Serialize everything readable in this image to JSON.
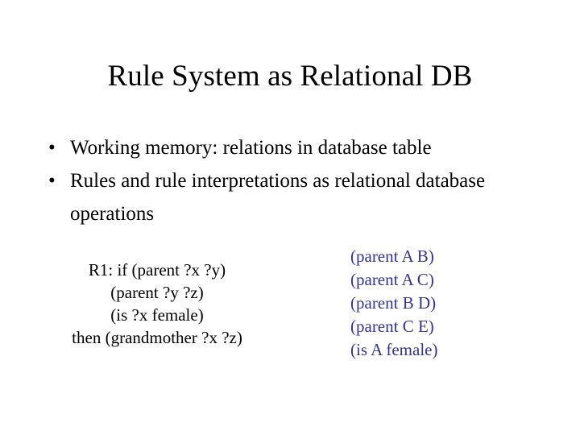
{
  "slide": {
    "title": "Rule System as Relational DB",
    "background_color": "#ffffff",
    "text_color": "#000000",
    "accent_color": "#333399"
  },
  "bullets": {
    "marker_glyph": "•",
    "items": [
      {
        "text": "Working memory: relations in database table"
      },
      {
        "text": "Rules and rule interpretations as relational database operations"
      }
    ]
  },
  "rule_block": {
    "lines": [
      {
        "text": "R1: if (parent ?x ?y)"
      },
      {
        "text": "(parent ?y ?z)"
      },
      {
        "text": "(is ?x female)"
      },
      {
        "text": "then (grandmother ?x ?z)"
      }
    ]
  },
  "facts_block": {
    "color": "#333399",
    "lines": [
      {
        "text": "(parent A B)"
      },
      {
        "text": "(parent A C)"
      },
      {
        "text": "(parent B D)"
      },
      {
        "text": "(parent C E)"
      },
      {
        "text": "(is A female)"
      }
    ]
  }
}
